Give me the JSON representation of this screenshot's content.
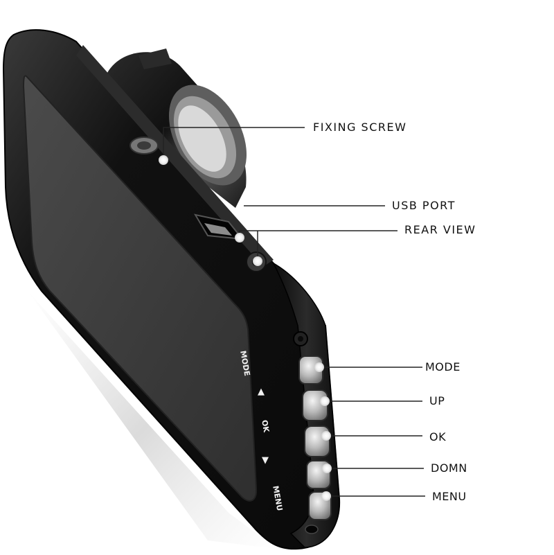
{
  "callouts": {
    "fixing_screw": "FIXING SCREW",
    "usb_port": "USB PORT",
    "rear_view": "REAR VIEW",
    "mode": "MODE",
    "up": "UP",
    "ok": "OK",
    "down": "DOMN",
    "menu": "MENU"
  },
  "device_legend": {
    "mode": "MODE",
    "up": "▲",
    "ok": "OK",
    "down": "▼",
    "menu": "MENU"
  },
  "colors": {
    "body": "#1a1a1a",
    "screen": "#3c3c3c",
    "metal": "#a8a8a8",
    "leader_line": "#222222"
  }
}
